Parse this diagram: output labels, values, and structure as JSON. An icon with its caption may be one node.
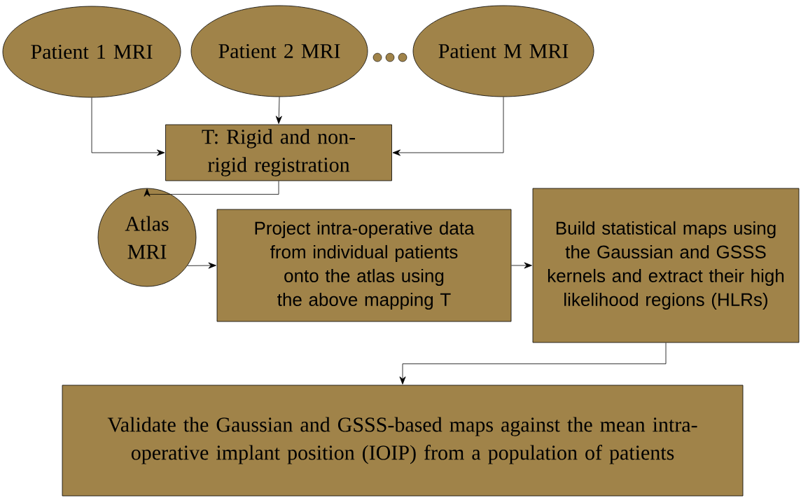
{
  "diagram": {
    "nodes": [
      {
        "text": [
          "Patient 1 MRI"
        ]
      },
      {
        "text": [
          "Patient 2 MRI"
        ]
      },
      {
        "text": [
          "Patient M MRI"
        ]
      },
      {
        "text": [
          "T: Rigid and non-rigid registration"
        ]
      },
      {
        "text": [
          "Atlas MRI"
        ]
      },
      {
        "text": [
          "Project intra-operative data from individual patients onto the atlas using the above mapping T"
        ]
      },
      {
        "text": [
          "Build statistical maps using the Gaussian and GSSS kernels and extract their high likelihood regions (HLRs)"
        ]
      },
      {
        "text": [
          "Validate the Gaussian and GSSS-based maps against the mean intra-operative implant position (IOIP) from a population of patients"
        ]
      }
    ],
    "edges": [
      {
        "from": 0,
        "to": 3,
        "arrow": "to"
      },
      {
        "from": 1,
        "to": 3,
        "arrow": "to"
      },
      {
        "from": 2,
        "to": 3,
        "arrow": "to"
      },
      {
        "from": 3,
        "to": 4,
        "arrow": "to"
      },
      {
        "from": 4,
        "to": 5,
        "arrow": "to"
      },
      {
        "from": 5,
        "to": 6,
        "arrow": "to"
      },
      {
        "from": 6,
        "to": 7,
        "arrow": "to"
      }
    ]
  }
}
